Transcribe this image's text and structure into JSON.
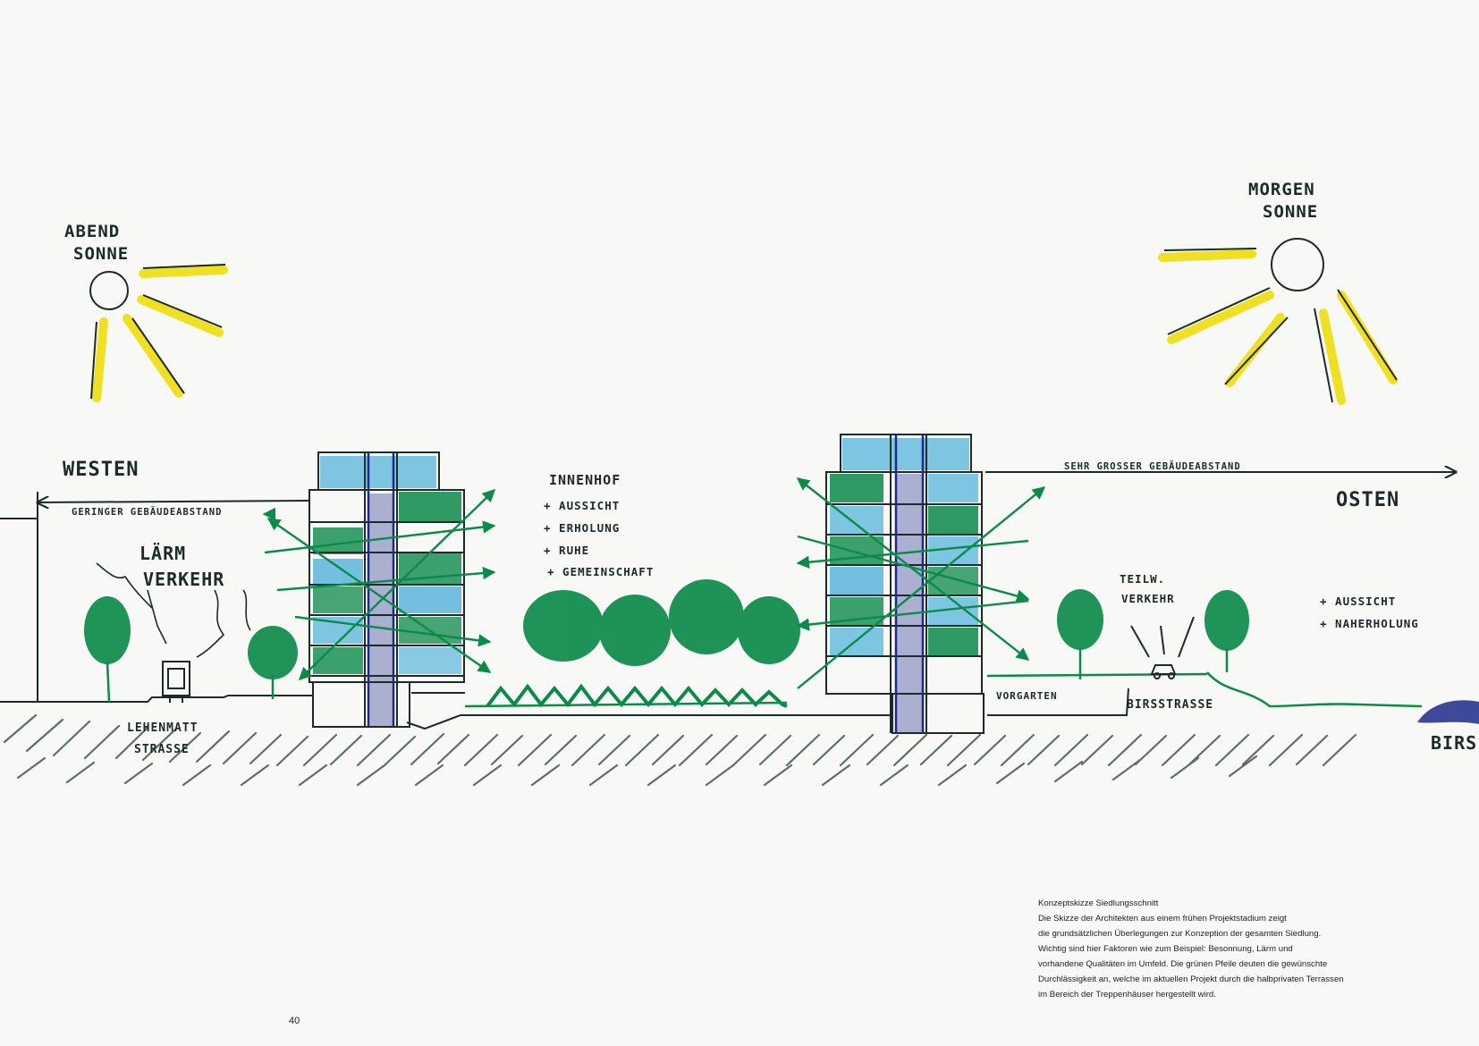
{
  "labels": {
    "evening_sun": [
      "ABEND",
      "SONNE"
    ],
    "morning_sun": [
      "MORGEN",
      "SONNE"
    ],
    "west": "WESTEN",
    "east": "OSTEN",
    "small_distance": "GERINGER GEBÄUDEABSTAND",
    "large_distance": "SEHR GROSSER GEBÄUDEABSTAND",
    "noise": [
      "LÄRM",
      "VERKEHR"
    ],
    "courtyard": "INNENHOF",
    "courtyard_items": [
      "+ AUSSICHT",
      "+ ERHOLUNG",
      "+ RUHE",
      "+ GEMEINSCHAFT"
    ],
    "partial_traffic": [
      "TEILW.",
      "VERKEHR"
    ],
    "east_items": [
      "+ AUSSICHT",
      "+ NAHERHOLUNG"
    ],
    "front_garden": "VORGARTEN",
    "birs_road": "BIRSSTRASSE",
    "street": [
      "LEHENMATT",
      "STRASSE"
    ],
    "river": "BIRS"
  },
  "caption": {
    "title": "Konzeptskizze Siedlungsschnitt",
    "lines": [
      "Die Skizze der Architekten aus einem frühen Projektstadium zeigt",
      "die grundsätzlichen Überlegungen zur Konzeption der gesamten Siedlung.",
      "Wichtig sind hier Faktoren wie zum Beispiel: Besonnung, Lärm und",
      "vorhandene Qualitäten im Umfeld. Die grünen Pfeile deuten die gewünschte",
      "Durchlässigkeit an, welche im aktuellen Projekt durch die halbprivaten Terrassen",
      "im Bereich der Treppenhäuser hergestellt wird."
    ]
  },
  "page_number": "40",
  "colors": {
    "ink": "#1d2a2a",
    "green": "#0c8a4a",
    "blue": "#1a9ad2",
    "navy": "#1e2a8a",
    "yellow": "#f0e024"
  }
}
